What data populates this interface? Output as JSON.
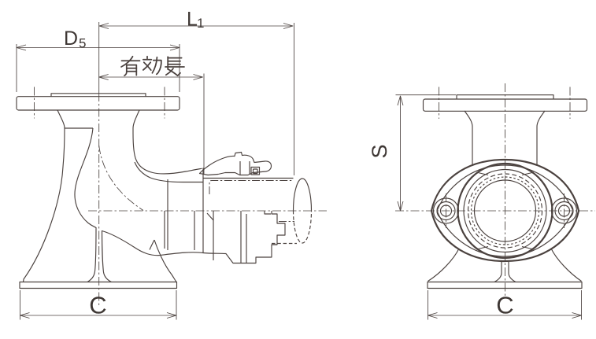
{
  "drawing": {
    "colors": {
      "line": "#4b423f",
      "text": "#3e3734",
      "background": "#ffffff"
    },
    "views": {
      "side": {
        "dimensions": {
          "l1": {
            "base": "L",
            "sub": "1"
          },
          "d5": {
            "base": "D",
            "sub": "5"
          },
          "effective_length": "有効長",
          "c": "C"
        }
      },
      "front": {
        "dimensions": {
          "s": "S",
          "c": "C"
        }
      }
    }
  }
}
